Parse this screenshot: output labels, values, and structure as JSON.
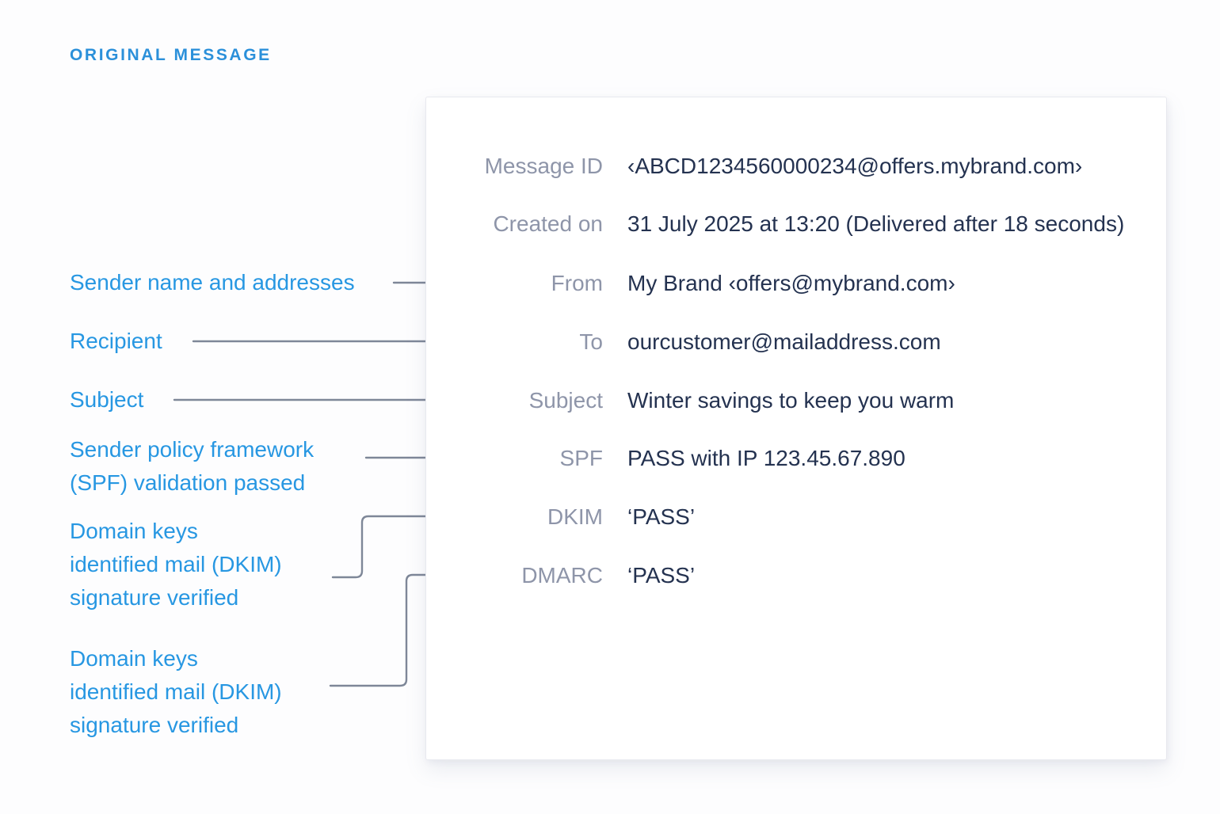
{
  "page": {
    "title": "ORIGINAL MESSAGE"
  },
  "message_card": {
    "rows": [
      {
        "label": "Message ID",
        "value": "‹ABCD1234560000234@offers.mybrand.com›"
      },
      {
        "label": "Created on",
        "value": "31 July 2025 at 13:20 (Delivered after 18 seconds)"
      },
      {
        "label": "From",
        "value": "My Brand ‹offers@mybrand.com›"
      },
      {
        "label": "To",
        "value": "ourcustomer@mailaddress.com"
      },
      {
        "label": "Subject",
        "value": "Winter savings to keep you warm"
      },
      {
        "label": "SPF",
        "value": "PASS with IP 123.45.67.890"
      },
      {
        "label": "DKIM",
        "value": "‘PASS’"
      },
      {
        "label": "DMARC",
        "value": "‘PASS’"
      }
    ]
  },
  "annotations": [
    {
      "target_field": "From",
      "lines": [
        "Sender name and addresses"
      ]
    },
    {
      "target_field": "To",
      "lines": [
        "Recipient"
      ]
    },
    {
      "target_field": "Subject",
      "lines": [
        "Subject"
      ]
    },
    {
      "target_field": "SPF",
      "lines": [
        "Sender policy framework",
        "(SPF) validation passed"
      ]
    },
    {
      "target_field": "DKIM",
      "lines": [
        "Domain keys",
        "identified mail (DKIM)",
        "signature verified"
      ]
    },
    {
      "target_field": "DMARC",
      "lines": [
        "Domain keys",
        "identified mail (DKIM)",
        "signature verified"
      ]
    }
  ],
  "colors": {
    "title_blue": "#2b90da",
    "annotation_blue": "#2797e2",
    "field_label_gray": "#8e95a9",
    "field_value_navy": "#243250",
    "connector_line_gray": "#7e8798",
    "connector_dot_gray": "#687184",
    "card_background": "#ffffff",
    "card_border": "#e8e9ef",
    "page_background": "#fdfdfe"
  }
}
